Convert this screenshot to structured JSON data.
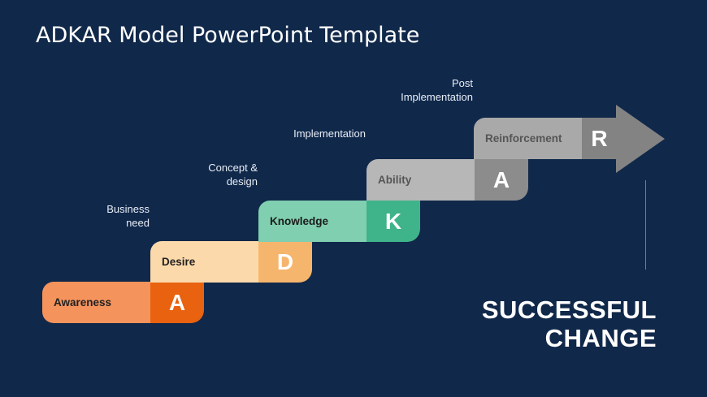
{
  "title": "ADKAR Model PowerPoint Template",
  "steps": [
    {
      "label": "Awareness",
      "letter": "A",
      "label_color": "#f4935c",
      "letter_color": "#e8620f",
      "text_color": "#222222"
    },
    {
      "label": "Desire",
      "letter": "D",
      "label_color": "#fcd9aa",
      "letter_color": "#f6b56d",
      "text_color": "#222222"
    },
    {
      "label": "Knowledge",
      "letter": "K",
      "label_color": "#7fcfb0",
      "letter_color": "#3fb389",
      "text_color": "#1b1b1b"
    },
    {
      "label": "Ability",
      "letter": "A",
      "label_color": "#b7b7b7",
      "letter_color": "#8c8c8c",
      "text_color": "#555555"
    },
    {
      "label": "Reinforcement",
      "letter": "R",
      "label_color": "#a9a9a9",
      "letter_color": "#838383",
      "text_color": "#555555"
    }
  ],
  "notes": {
    "business_need": "Business\nneed",
    "concept_design": "Concept &\ndesign",
    "implementation": "Implementation",
    "post_implementation": "Post\nImplementation"
  },
  "outcome": "SUCCESSFUL\nCHANGE"
}
